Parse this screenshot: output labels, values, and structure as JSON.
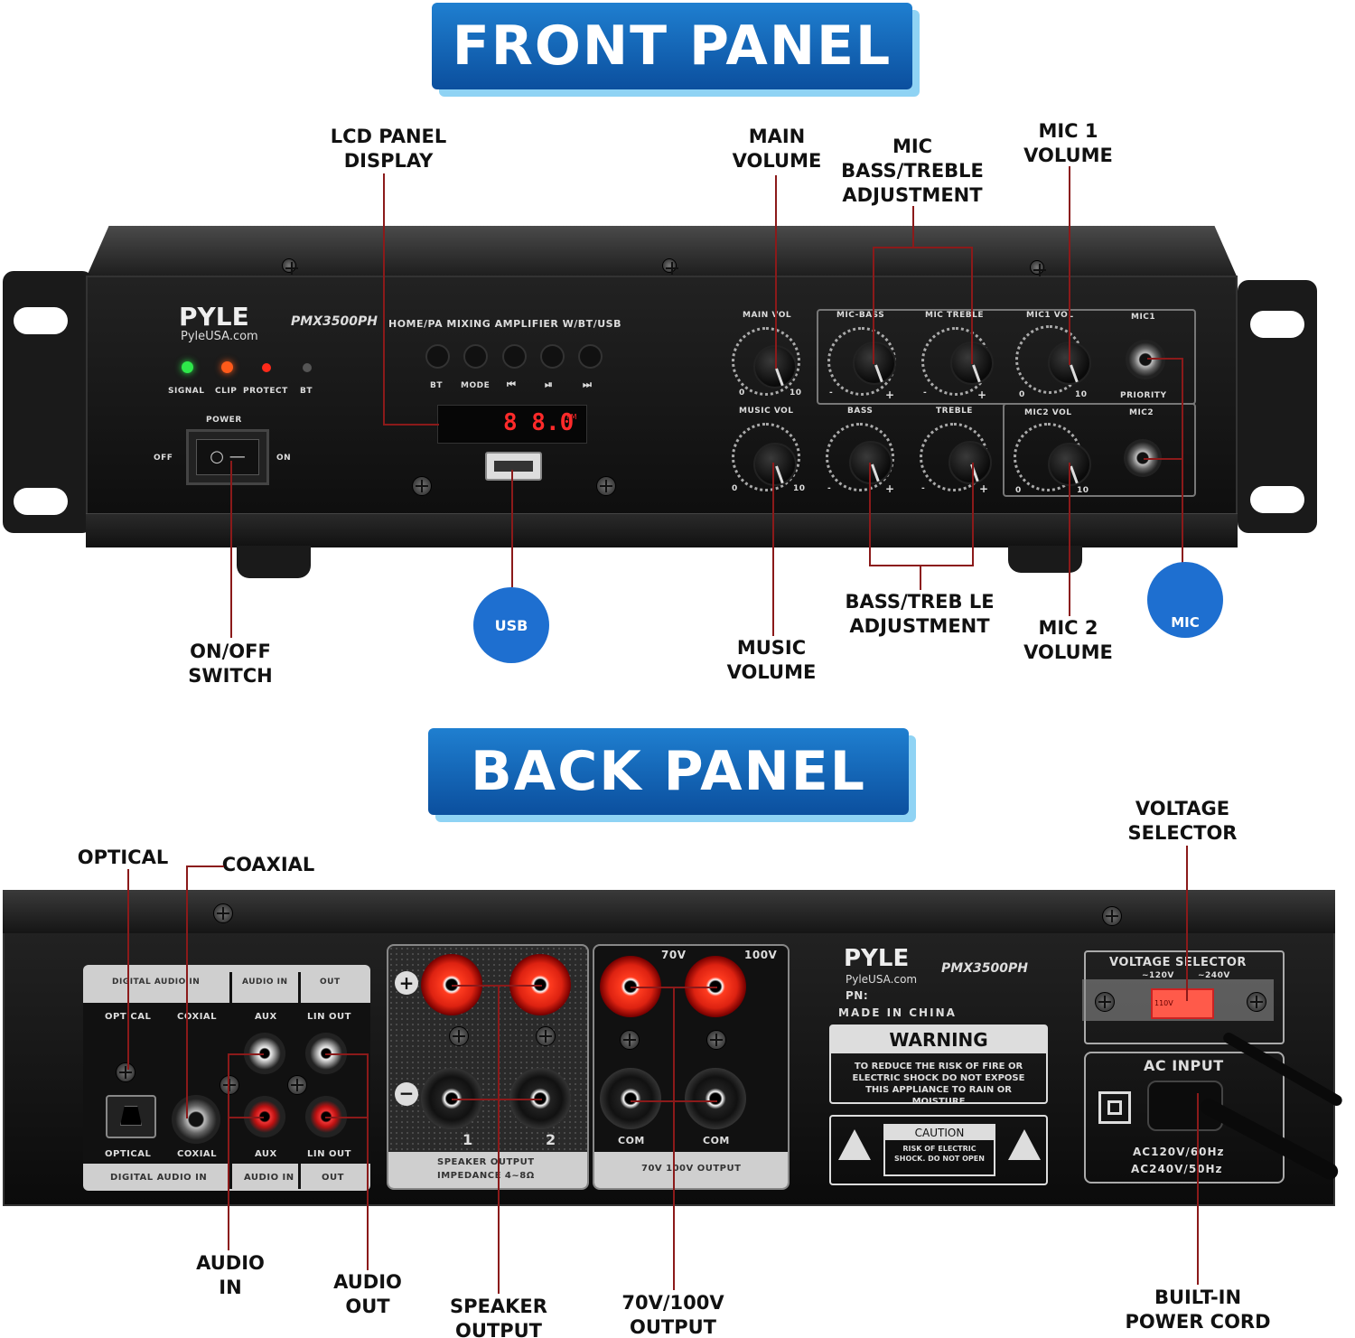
{
  "front_banner": "FRONT PANEL",
  "back_banner": "BACK PANEL",
  "front_callouts": {
    "lcd": [
      "LCD PANEL",
      "DISPLAY"
    ],
    "main_volume": [
      "MAIN",
      "VOLUME"
    ],
    "mic_bass_treble": [
      "MIC",
      "BASS/TREBLE",
      "ADJUSTMENT"
    ],
    "mic1_volume": [
      "MIC 1",
      "VOLUME"
    ],
    "on_off": [
      "ON/OFF",
      "SWITCH"
    ],
    "music_volume": [
      "MUSIC",
      "VOLUME"
    ],
    "bass_treble": [
      "BASS/TREB LE",
      "ADJUSTMENT"
    ],
    "mic2_volume": [
      "MIC 2",
      "VOLUME"
    ]
  },
  "back_callouts": {
    "optical": "OPTICAL",
    "coaxial": "COAXIAL",
    "voltage_selector": [
      "VOLTAGE",
      "SELECTOR"
    ],
    "audio_in": [
      "AUDIO",
      "IN"
    ],
    "audio_out": [
      "AUDIO",
      "OUT"
    ],
    "speaker_output": [
      "SPEAKER",
      "OUTPUT"
    ],
    "output_70v": [
      "70V/100V",
      "OUTPUT"
    ],
    "power_cord": [
      "BUILT-IN",
      "POWER CORD"
    ]
  },
  "icons": {
    "usb": "USB",
    "mic": "MIC"
  },
  "front_panel": {
    "brand": "PYLE",
    "site": "PyleUSA.com",
    "model": "PMX3500PH",
    "subtitle": "HOME/PA MIXING AMPLIFIER W/BT/USB",
    "leds": [
      "SIGNAL",
      "CLIP",
      "PROTECT",
      "BT"
    ],
    "power": "POWER",
    "off": "OFF",
    "on": "ON",
    "buttons": [
      "BT",
      "MODE",
      "⏮",
      "⏯",
      "⏭"
    ],
    "lcd": "8 8.0",
    "lcd_fm": "FM",
    "knobs": {
      "main_vol": "MAIN VOL",
      "music_vol": "MUSIC VOL",
      "mic_bass": "MIC-BASS",
      "mic_treble": "MIC TREBLE",
      "mic1_vol": "MIC1 VOL",
      "bass": "BASS",
      "treble": "TREBLE",
      "mic2_vol": "MIC2 VOL",
      "mic1": "MIC1",
      "mic2": "MIC2",
      "priority": "PRIORITY",
      "zero": "0",
      "ten": "10",
      "minus": "-",
      "plus": "+"
    }
  },
  "back_panel": {
    "digital_audio_in": "DIGITAL AUDIO IN",
    "audio_in": "AUDIO IN",
    "out": "OUT",
    "optical": "OPTICAL",
    "coxial": "COXIAL",
    "aux": "AUX",
    "lin_out": "LIN OUT",
    "speaker_output": "SPEAKER OUTPUT",
    "impedance": "IMPEDANCE 4~8Ω",
    "ch1": "1",
    "ch2": "2",
    "v70": "70V",
    "v100": "100V",
    "com": "COM",
    "output_70_100": "70V 100V OUTPUT",
    "brand": "PYLE",
    "site": "PyleUSA.com",
    "model": "PMX3500PH",
    "pn": "PN:",
    "made_in": "MADE IN CHINA",
    "warning": "WARNING",
    "warning_text": "TO REDUCE THE RISK OF FIRE OR ELECTRIC SHOCK DO NOT EXPOSE THIS APPLIANCE TO RAIN OR MOISTURE",
    "caution": "CAUTION",
    "caution_text": "RISK OF ELECTRIC SHOCK. DO NOT OPEN",
    "voltage_selector": "VOLTAGE SELECTOR",
    "v120": "~120V",
    "v240": "~240V",
    "switch_label": "110V",
    "ac_input": "AC INPUT",
    "ac1": "AC120V/60Hz",
    "ac2": "AC240V/50Hz"
  },
  "colors": {
    "banner_blue": "#0b4f9e",
    "leader_line": "#8b1a1a",
    "led_green": "#2ee84a",
    "led_red": "#ff2a1a"
  }
}
